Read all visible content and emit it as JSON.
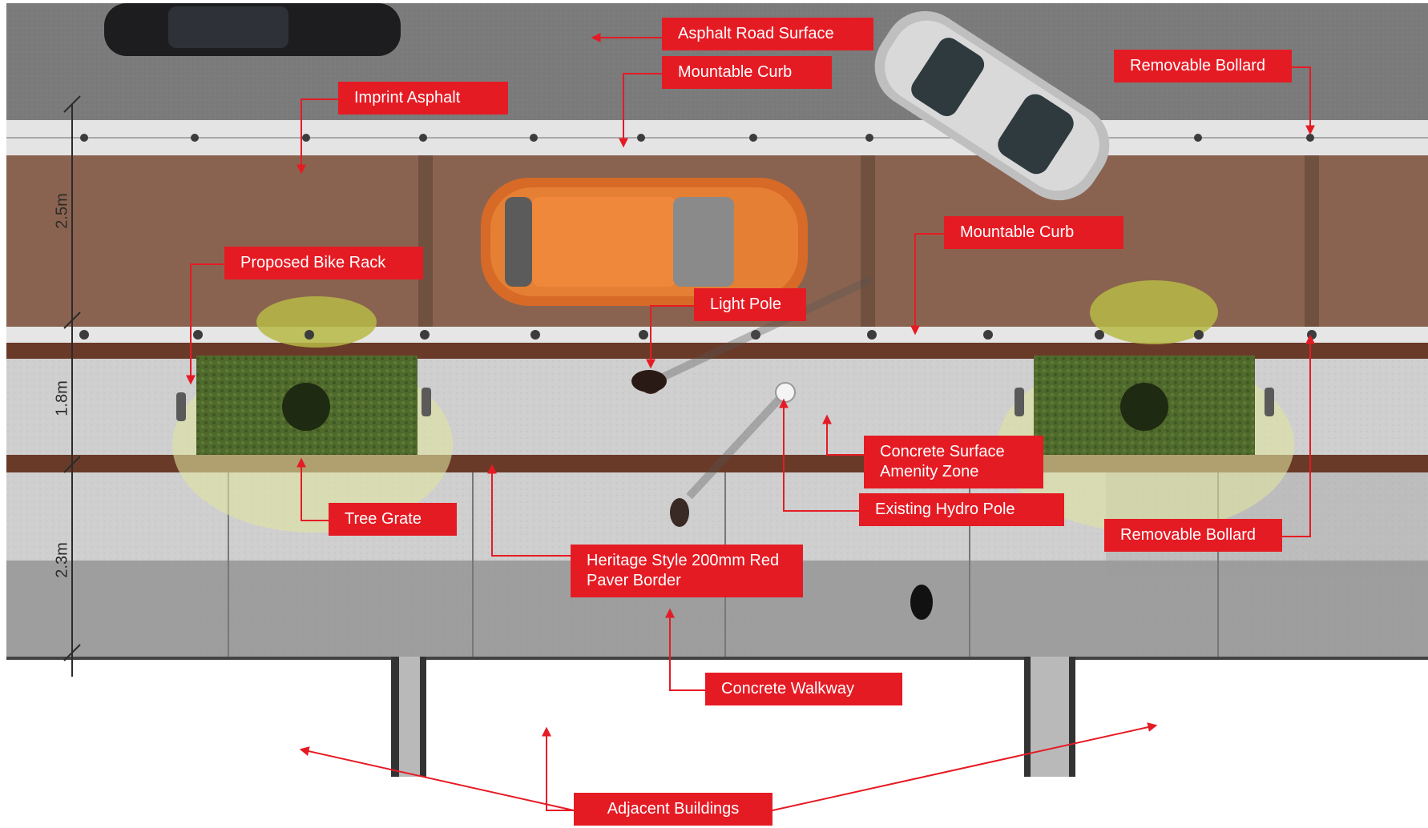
{
  "colors": {
    "label_bg": "#e51b24",
    "label_text": "#ffffff",
    "leader": "#e51b24",
    "road": "#7b7b7b",
    "paver_zone": "#8a6350",
    "red_paver_border": "#6a3a28",
    "concrete": "#cfcfcf",
    "walkway_shade": "#8e8e8e",
    "planting": "#4f6a2c"
  },
  "labels": {
    "asphalt_road_surface": "Asphalt Road Surface",
    "mountable_curb_top": "Mountable Curb",
    "removable_bollard_top": "Removable Bollard",
    "imprint_asphalt": "Imprint Asphalt",
    "mountable_curb_mid": "Mountable Curb",
    "proposed_bike_rack": "Proposed Bike Rack",
    "light_pole": "Light Pole",
    "concrete_surface_amenity_zone": "Concrete Surface Amenity Zone",
    "existing_hydro_pole": "Existing Hydro Pole",
    "tree_grate": "Tree Grate",
    "removable_bollard_bottom": "Removable Bollard",
    "heritage_paver_border": "Heritage Style 200mm Red Paver Border",
    "concrete_walkway": "Concrete Walkway",
    "adjacent_buildings": "Adjacent Buildings"
  },
  "dimensions": {
    "zone_top": "2.5m",
    "zone_middle": "1.8m",
    "zone_bottom": "2.3m"
  },
  "icons": {
    "vehicles": [
      "car-icon",
      "suv-icon",
      "sedan-icon"
    ],
    "people": [
      "pedestrian-icon",
      "pedestrian-icon",
      "pedestrian-icon"
    ],
    "site": [
      "tree-icon",
      "bollard-icon",
      "bike-rack-icon",
      "light-pole-icon",
      "hydro-pole-icon"
    ]
  }
}
